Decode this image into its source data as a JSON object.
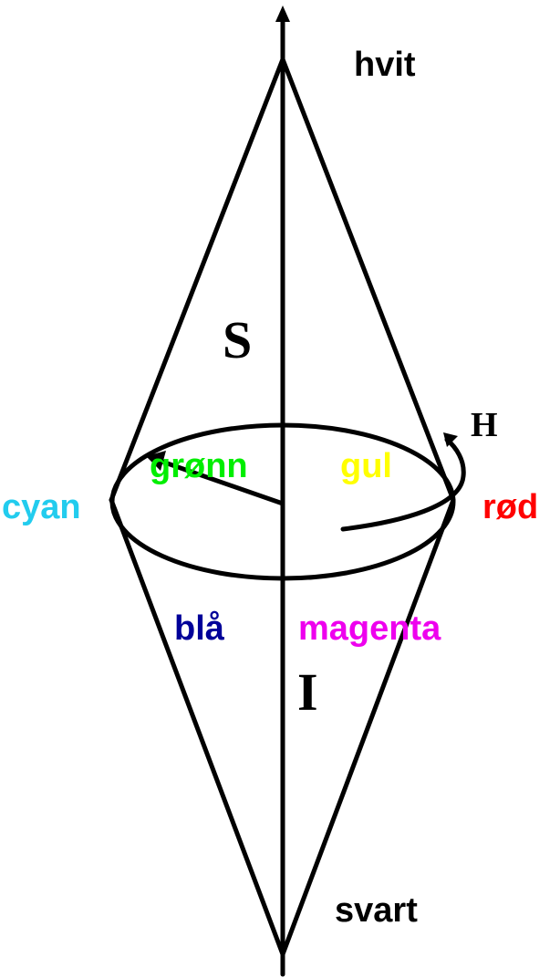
{
  "labels": {
    "top": "hvit",
    "bottom": "svart",
    "saturation": "S",
    "intensity": "I",
    "hue": "H",
    "red": "rød",
    "yellow": "gul",
    "green": "grønn",
    "cyan": "cyan",
    "blue": "blå",
    "magenta": "magenta"
  },
  "colors": {
    "line": "#000000",
    "red": "#ff0000",
    "yellow": "#ffff00",
    "green": "#00ee00",
    "cyan": "#22ccee",
    "blue": "#000099",
    "magenta": "#ee00ee",
    "text": "#000000"
  }
}
